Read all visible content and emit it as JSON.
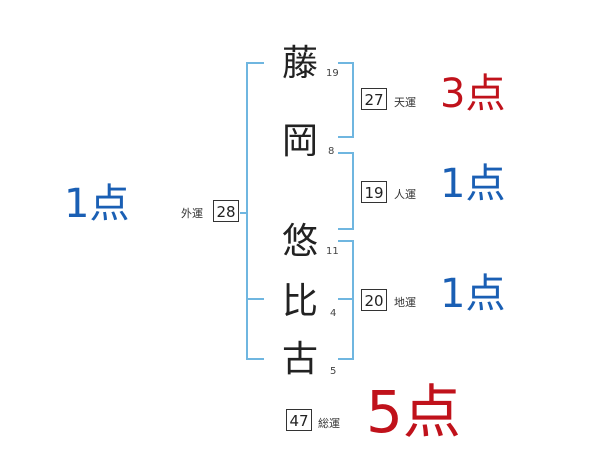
{
  "name_chars": [
    {
      "char": "藤",
      "strokes": "19"
    },
    {
      "char": "岡",
      "strokes": "8"
    },
    {
      "char": "悠",
      "strokes": "11"
    },
    {
      "char": "比",
      "strokes": "4"
    },
    {
      "char": "古",
      "strokes": "5"
    }
  ],
  "fortunes": {
    "tenkaku": {
      "value": "27",
      "label": "天運",
      "score": "3点"
    },
    "jinkaku": {
      "value": "19",
      "label": "人運",
      "score": "1点"
    },
    "chikaku": {
      "value": "20",
      "label": "地運",
      "score": "1点"
    },
    "gaikaku": {
      "value": "28",
      "label": "外運",
      "score": "1点"
    },
    "soukaku": {
      "value": "47",
      "label": "総運",
      "score": "5点"
    }
  },
  "colors": {
    "bracket": "#6fb6e0",
    "score_red": "#c0121b",
    "score_blue": "#1a5fb4"
  }
}
